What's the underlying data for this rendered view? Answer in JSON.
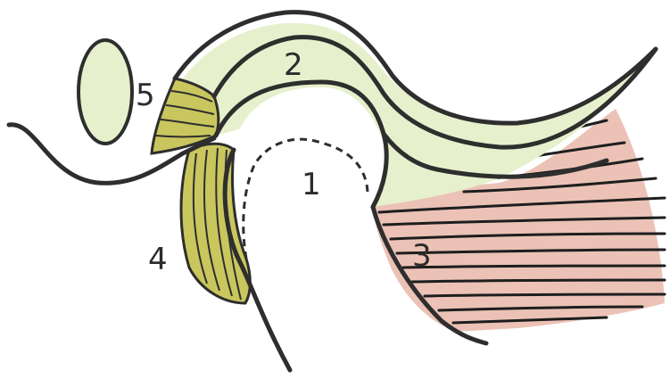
{
  "labels": {
    "l1": "1",
    "l2": "2",
    "l3": "3",
    "l4": "4",
    "l5": "5"
  },
  "colors": {
    "outline": "#2e2e2e",
    "bursa_fill": "#e6f0cc",
    "ligament_fill": "#c9c65e",
    "muscle_fill": "#ecc2b6",
    "muscle_fibers": "#1e1e1e",
    "background": "#ffffff"
  }
}
